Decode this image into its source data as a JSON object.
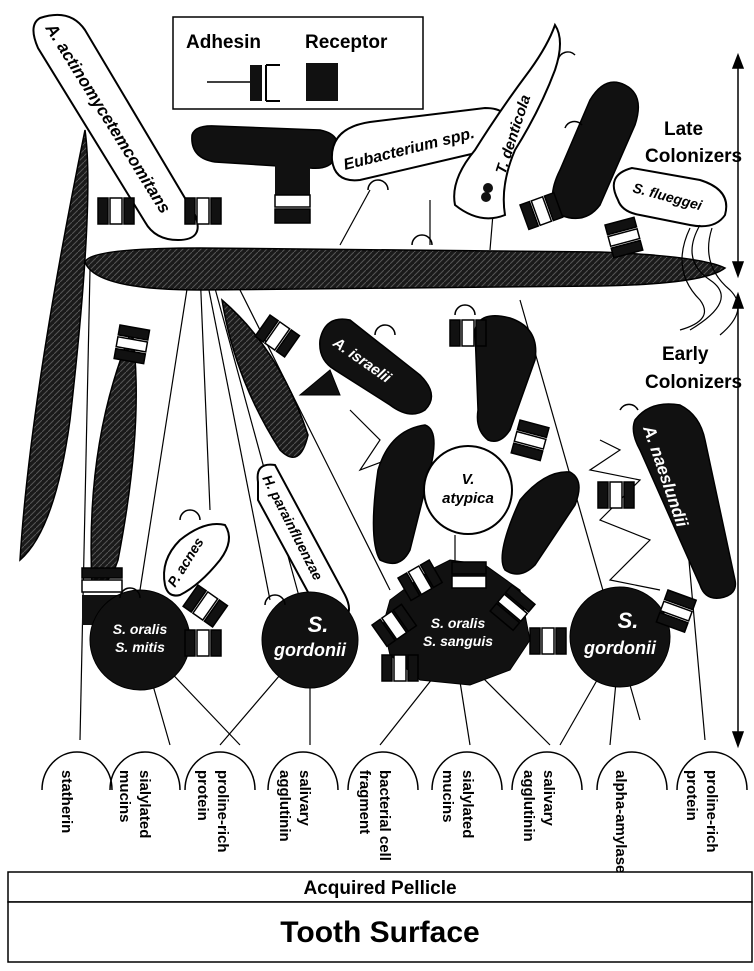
{
  "legend": {
    "adhesin": "Adhesin",
    "receptor": "Receptor"
  },
  "side_labels": {
    "late": [
      "Late",
      "Colonizers"
    ],
    "early": [
      "Early",
      "Colonizers"
    ]
  },
  "organisms": {
    "a_actino": "A. actinomycetemcomitans",
    "eubacterium": "Eubacterium spp.",
    "t_denticola": "T. denticola",
    "s_flueggei": "S. flueggei",
    "a_israelii": "A. israelii",
    "v_atypica": [
      "V.",
      "atypica"
    ],
    "a_naeslundii": "A. naeslundii",
    "h_parainfluenzae": "H. parainfluenzae",
    "p_acnes": "P. acnes",
    "s_oralis_mitis": [
      "S. oralis",
      "S. mitis"
    ],
    "s_gordonii_1": [
      "S.",
      "gordonii"
    ],
    "s_oralis_sanguis": [
      "S. oralis",
      "S. sanguis"
    ],
    "s_gordonii_2": [
      "S.",
      "gordonii"
    ]
  },
  "pellicle_receptors": [
    [
      "statherin"
    ],
    [
      "sialylated",
      "mucins"
    ],
    [
      "proline-rich",
      "protein"
    ],
    [
      "salivary",
      "agglutinin"
    ],
    [
      "bacterial cell",
      "fragment"
    ],
    [
      "sialylated",
      "mucins"
    ],
    [
      "salivary",
      "agglutinin"
    ],
    [
      "alpha-amylase"
    ],
    [
      "proline-rich",
      "protein"
    ]
  ],
  "bands": {
    "pellicle": "Acquired Pellicle",
    "tooth": "Tooth Surface"
  }
}
